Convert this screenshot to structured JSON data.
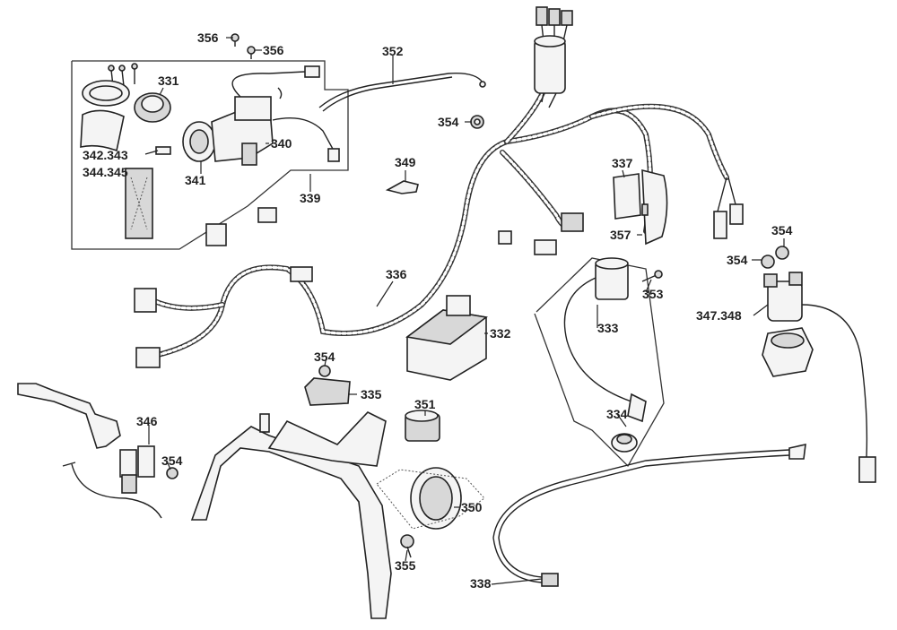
{
  "labels": {
    "p331": "331",
    "p332": "332",
    "p333": "333",
    "p334": "334",
    "p335": "335",
    "p336": "336",
    "p337": "337",
    "p338": "338",
    "p339": "339",
    "p340": "340",
    "p341": "341",
    "p342_343": "342.343",
    "p344_345": "344.345",
    "p346": "346",
    "p347_348": "347.348",
    "p349": "349",
    "p350": "350",
    "p351": "351",
    "p352": "352",
    "p353": "353",
    "p354": "354",
    "p355": "355",
    "p356": "356",
    "p357": "357"
  }
}
